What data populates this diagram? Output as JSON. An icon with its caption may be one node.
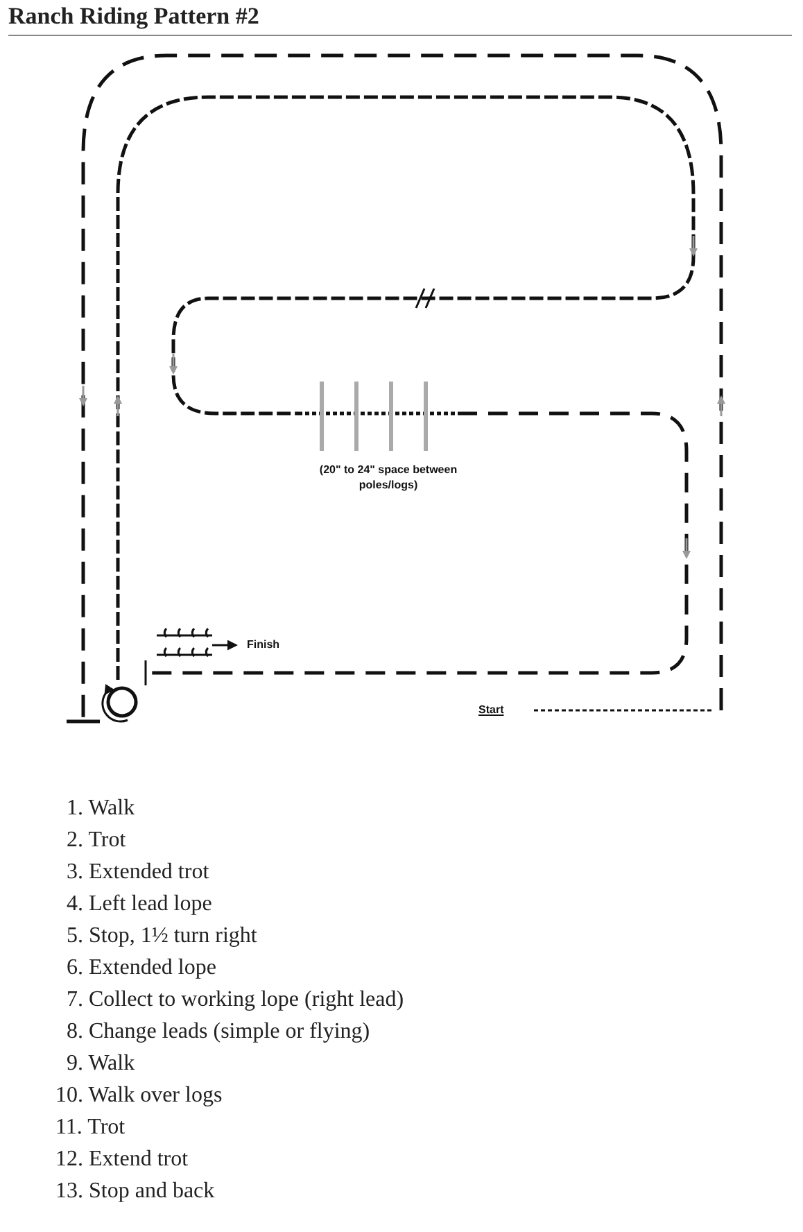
{
  "diagram": {
    "title": "Ranch Riding Pattern #2",
    "labels": [
      "Finish",
      "(20\" to 24\" space between poles/logs)",
      "Start",
      "1. Walk",
      "2. Trot",
      "3. Extended trot",
      "4. Left lead lope",
      "5. Stop, 1½ turn right",
      "6. Extended lope",
      "7. Collect to working lope (right lead)",
      "8. Change leads (simple or flying)",
      "9. Walk",
      "10. Walk over logs",
      "11. Trot",
      "12. Extend trot",
      "13. Stop and back"
    ]
  }
}
